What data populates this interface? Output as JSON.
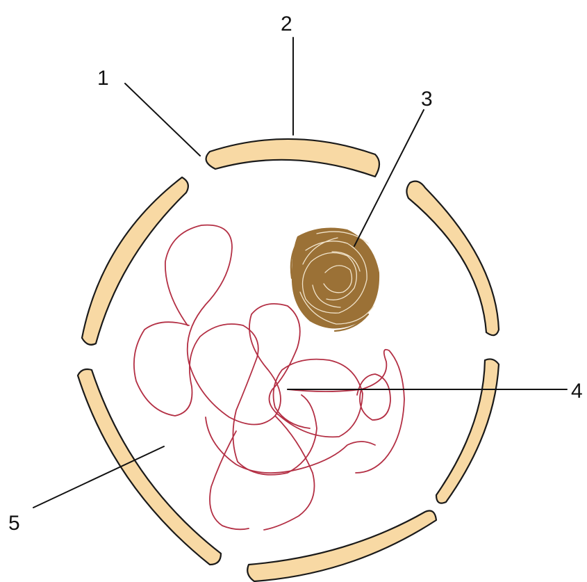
{
  "labels": {
    "one": "1",
    "two": "2",
    "three": "3",
    "four": "4",
    "five": "5"
  },
  "colors": {
    "envelope_fill": "#f8d9a4",
    "envelope_stroke": "#1a1a1a",
    "chromatin": "#b32f44",
    "nucleolus": "#9b7136",
    "nucleolus_light": "#f1e4cc",
    "leader_line": "#111111"
  }
}
